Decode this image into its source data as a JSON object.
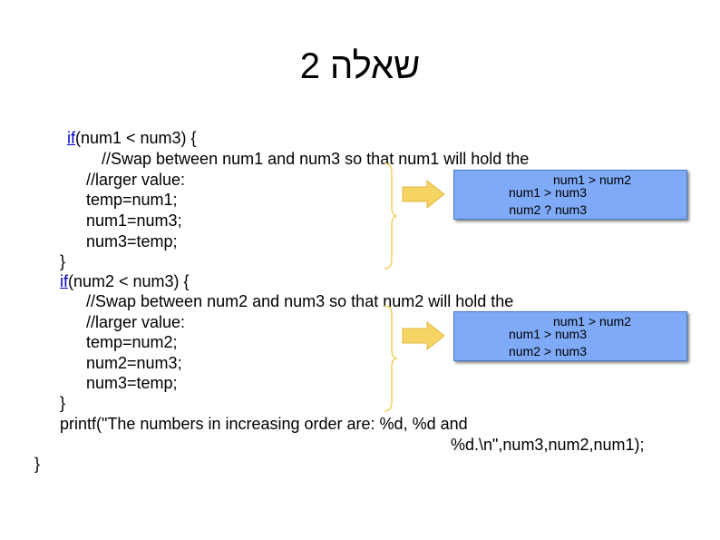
{
  "title": "שאלה 2",
  "block1": {
    "if_kw": "if",
    "if_rest": "(num1 < num3) {",
    "comment1": "//Swap between num1 and num3 so that num1 will hold the",
    "comment2": "//larger value:",
    "line1": "temp=num1;",
    "line2": "num1=num3;",
    "line3": "num3=temp;",
    "close": "}"
  },
  "block2": {
    "if_kw": "if",
    "if_rest": "(num2 < num3) {",
    "comment1": "//Swap between num2 and num3 so that num2 will hold the",
    "comment2": "//larger value:",
    "line1": "temp=num2;",
    "line2": "num2=num3;",
    "line3": "num3=temp;",
    "close": "}"
  },
  "printf_line1": "printf(\"The numbers in increasing order are: %d, %d and",
  "printf_line2": "%d.\\n\",num3,num2,num1);",
  "final_close": "}",
  "callout1": {
    "line1": "num1 > num2",
    "line2": "num1 > num3",
    "line3": "num2 ? num3"
  },
  "callout2": {
    "line1": "num1 > num2",
    "line2": "num1 > num3",
    "line3": "num2 > num3"
  },
  "colors": {
    "callout_bg": "#7eaaf7",
    "arrow": "#f5d463",
    "brace": "#f0d060",
    "keyword": "#0000cc"
  }
}
